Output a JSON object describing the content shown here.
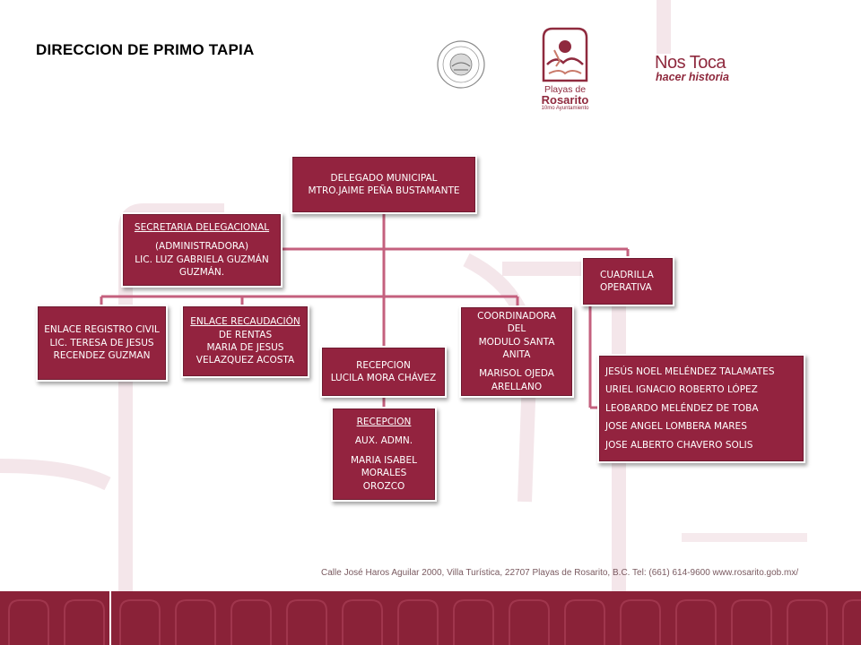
{
  "header": {
    "title": "DIRECCION DE PRIMO TAPIA",
    "logos": {
      "rosarito_line1": "Playas de",
      "rosarito_line2": "Rosarito",
      "rosarito_line3": "10mo Ayuntamiento",
      "slogan_line1": "Nos Toca",
      "slogan_line2": "hacer historia"
    }
  },
  "org": {
    "delegado": {
      "line1": "DELEGADO MUNICIPAL",
      "line2": "MTRO.JAIME PEÑA BUSTAMANTE"
    },
    "secretaria": {
      "line1": "SECRETARIA DELEGACIONAL",
      "line2": "(ADMINISTRADORA)",
      "line3": "LIC. LUZ GABRIELA GUZMÁN",
      "line4": "GUZMÁN."
    },
    "cuadrilla": {
      "line1": "CUADRILLA",
      "line2": "OPERATIVA"
    },
    "registro": {
      "line1": "ENLACE REGISTRO CIVIL",
      "line2": "LIC. TERESA DE JESUS",
      "line3": "RECENDEZ GUZMAN"
    },
    "recaudacion": {
      "line1": "ENLACE RECAUDACIÓN",
      "line2": "DE RENTAS",
      "line3": "MARIA DE JESUS",
      "line4": "VELAZQUEZ ACOSTA"
    },
    "recepcion1": {
      "line1": "RECEPCION",
      "line2": "LUCILA MORA CHÁVEZ"
    },
    "recepcion2": {
      "line1": "RECEPCION",
      "line2": "AUX. ADMN.",
      "line3": "MARIA ISABEL",
      "line4": "MORALES OROZCO"
    },
    "coordinadora": {
      "line1": "COORDINADORA DEL",
      "line2": "MODULO SANTA",
      "line3": "ANITA",
      "line4": "MARISOL OJEDA",
      "line5": "ARELLANO"
    },
    "cuadrilla_members": [
      "JESÚS NOEL MELÉNDEZ TALAMATES",
      "URIEL IGNACIO ROBERTO LÓPEZ",
      "LEOBARDO MELÉNDEZ DE TOBA",
      "JOSE ANGEL LOMBERA MARES",
      "JOSE ALBERTO CHAVERO SOLIS"
    ]
  },
  "footer": {
    "address": "Calle José Haros Aguilar 2000, Villa Turística, 22707 Playas de Rosarito, B.C. Tel: (661) 614-9600  www.rosarito.gob.mx/"
  },
  "colors": {
    "box_fill": "#93233f",
    "connector": "#c4607e",
    "footer_band": "#8a2238",
    "watermark": "#f3e4e8"
  }
}
